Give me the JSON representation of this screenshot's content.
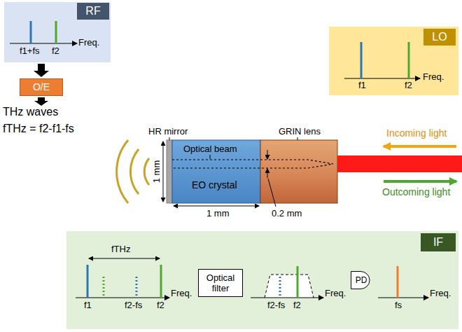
{
  "diagram": {
    "nodes": [
      {
        "text": [
          "RF",
          "f1+fs",
          "f2",
          "Freq."
        ]
      },
      {
        "text": [
          "O/E"
        ]
      },
      {
        "text": [
          "LO",
          "f1",
          "f2",
          "Freq."
        ]
      },
      {
        "text": [
          "IF",
          "fTHz",
          "f1",
          "f2-fs",
          "f2",
          "Freq.",
          "f2-fs",
          "f2",
          "Freq.",
          "fs",
          "Freq."
        ]
      },
      {
        "text": [
          "Optical filter"
        ],
        "in": 3
      },
      {
        "text": [
          "PD"
        ],
        "in": 3
      }
    ],
    "edges": [
      {
        "from": 0,
        "to": 1,
        "arrow": "to"
      }
    ],
    "labels": [
      "THz waves",
      "fTHz = f2-f1-fs",
      "HR mirror",
      "Optical beam",
      "GRIN lens",
      "EO crystal",
      "1 mm",
      "1 mm",
      "0.2 mm",
      "Incoming light",
      "Outcoming light"
    ]
  }
}
